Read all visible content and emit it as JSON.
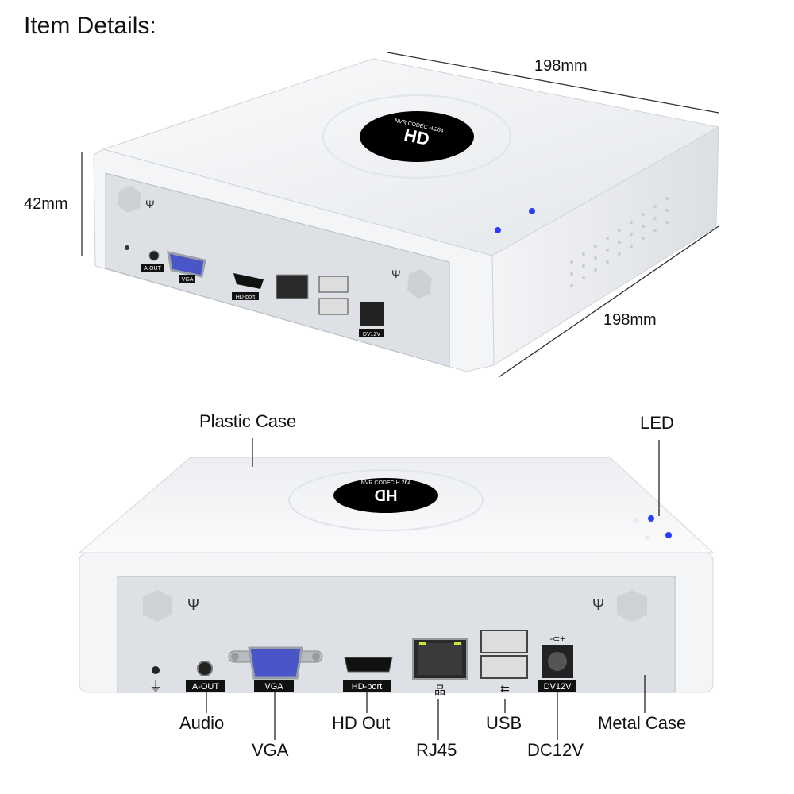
{
  "title": "Item Details:",
  "dimensions": {
    "width": "198mm",
    "depth": "198mm",
    "height": "42mm"
  },
  "top_device": {
    "logo": {
      "main": "HD",
      "ring": "NVR CODEC H.264"
    },
    "port_labels": {
      "aout": "A-OUT",
      "vga": "VGA",
      "hd": "HD-port",
      "dc": "DV12V"
    }
  },
  "bottom_device": {
    "logo": {
      "main": "HD",
      "ring": "NVR CODEC H.264"
    },
    "port_labels": {
      "aout": "A-OUT",
      "vga": "VGA",
      "hd": "HD-port",
      "dc": "DV12V"
    }
  },
  "callouts": {
    "plastic_case": "Plastic Case",
    "led": "LED",
    "audio": "Audio",
    "vga": "VGA",
    "hd_out": "HD Out",
    "rj45": "RJ45",
    "usb": "USB",
    "dc12v": "DC12V",
    "metal_case": "Metal Case"
  },
  "colors": {
    "led": "#2a3dff",
    "vga_port": "#4a55c8",
    "case": "#f2f3f5",
    "panel": "#d9dde1"
  }
}
